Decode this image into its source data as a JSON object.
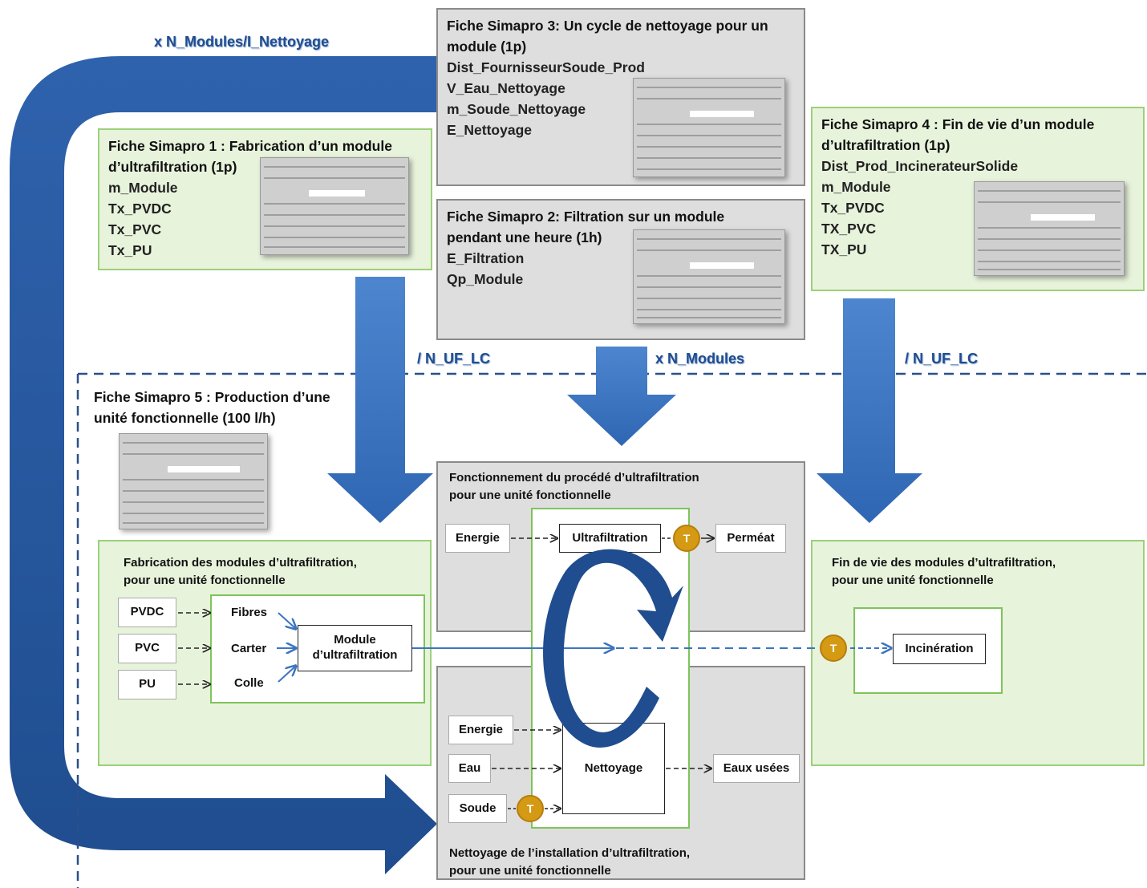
{
  "labels": {
    "loop_multiplier": "x N_Modules/I_Nettoyage",
    "arrow_left": "/ N_UF_LC",
    "arrow_center": "x N_Modules",
    "arrow_right": "/ N_UF_LC"
  },
  "fiche1": {
    "title_line1": "Fiche Simapro 1 : Fabrication d’un module",
    "title_line2": "d’ultrafiltration (1p)",
    "params": [
      "m_Module",
      "Tx_PVDC",
      "Tx_PVC",
      "Tx_PU"
    ]
  },
  "fiche2": {
    "title_line1": "Fiche Simapro 2: Filtration sur un module",
    "title_line2": "pendant une heure (1h)",
    "params": [
      "E_Filtration",
      "Qp_Module"
    ]
  },
  "fiche3": {
    "title_line1": "Fiche Simapro 3:  Un cycle de nettoyage pour un",
    "title_line2": "module (1p)",
    "params": [
      "Dist_FournisseurSoude_Prod",
      "V_Eau_Nettoyage",
      "m_Soude_Nettoyage",
      "E_Nettoyage"
    ]
  },
  "fiche4": {
    "title_line1": "Fiche Simapro 4 : Fin de vie d’un module",
    "title_line2": "d’ultrafiltration (1p)",
    "params": [
      "Dist_Prod_IncinerateurSolide",
      "m_Module",
      "Tx_PVDC",
      "TX_PVC",
      "TX_PU"
    ]
  },
  "fiche5": {
    "title_line1": "Fiche Simapro 5 : Production d’une",
    "title_line2": "unité fonctionnelle (100 l/h)"
  },
  "fabrication": {
    "title_line1": "Fabrication des modules d’ultrafiltration,",
    "title_line2": "pour une unité fonctionnelle",
    "inputs": [
      "PVDC",
      "PVC",
      "PU"
    ],
    "components": [
      "Fibres",
      "Carter",
      "Colle"
    ],
    "module_line1": "Module",
    "module_line2": "d’ultrafiltration"
  },
  "fonctionnement": {
    "title_line1": "Fonctionnement du procédé d’ultrafiltration",
    "title_line2": "pour une unité fonctionnelle",
    "input": "Energie",
    "process": "Ultrafiltration",
    "output": "Perméat"
  },
  "nettoyage": {
    "title_line1": "Nettoyage de l’installation d’ultrafiltration,",
    "title_line2": "pour une unité fonctionnelle",
    "inputs": [
      "Energie",
      "Eau",
      "Soude"
    ],
    "process": "Nettoyage",
    "output": "Eaux usées"
  },
  "fin_de_vie": {
    "title_line1": "Fin de vie des modules d’ultrafiltration,",
    "title_line2": "pour une unité fonctionnelle",
    "process": "Incinération"
  },
  "transport_symbol": "T",
  "colors": {
    "arrow_blue": "#3c74c0",
    "arrow_dark": "#1f4d8f",
    "panel_green": "#e8f3dc",
    "panel_grey": "#dedede",
    "transport": "#d49a14"
  }
}
